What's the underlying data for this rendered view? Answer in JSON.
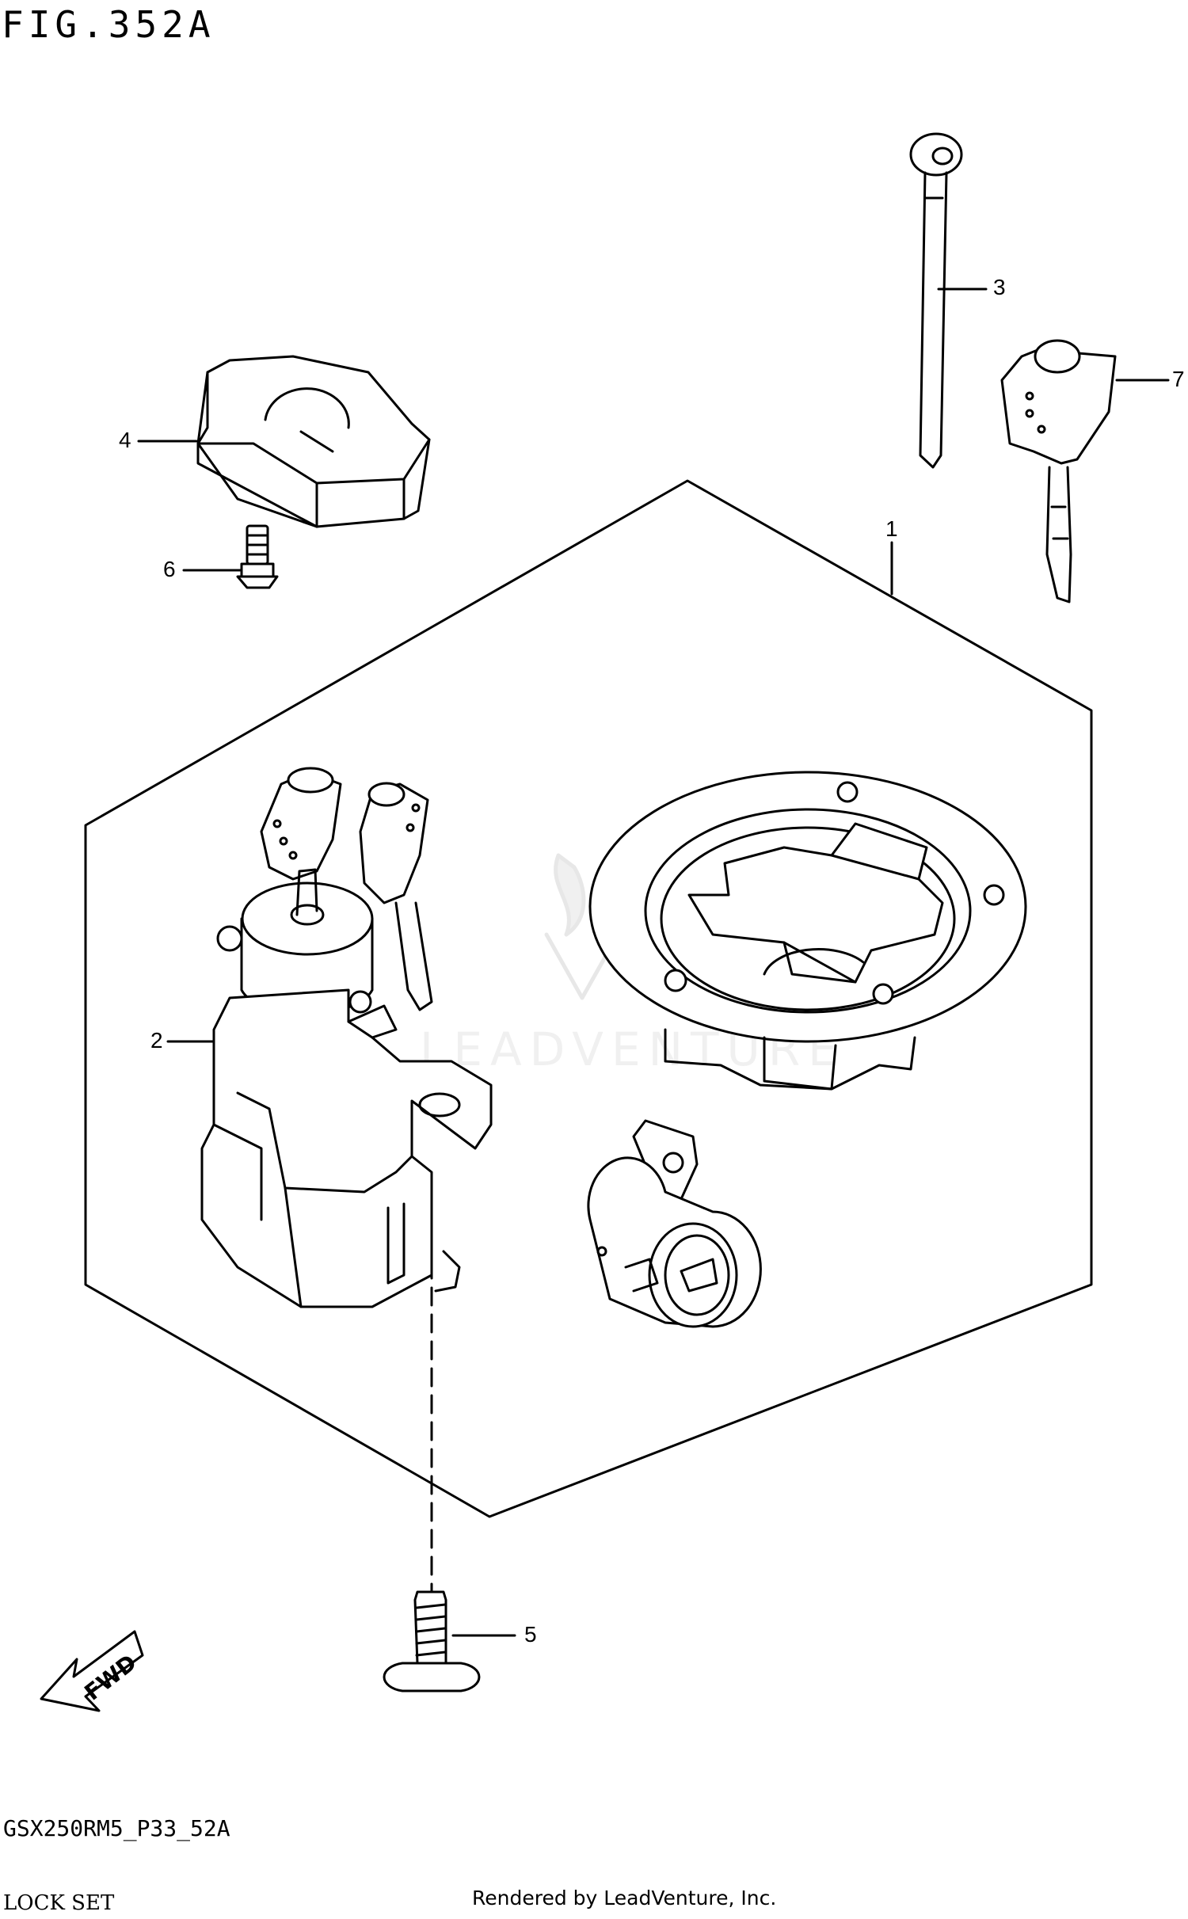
{
  "figure": {
    "title": "FIG.352A"
  },
  "callouts": [
    {
      "id": "1",
      "label": "1"
    },
    {
      "id": "2",
      "label": "2"
    },
    {
      "id": "3",
      "label": "3"
    },
    {
      "id": "4",
      "label": "4"
    },
    {
      "id": "5",
      "label": "5"
    },
    {
      "id": "6",
      "label": "6"
    },
    {
      "id": "7",
      "label": "7"
    }
  ],
  "arrow": {
    "label": "FWD"
  },
  "watermark": {
    "text": "LEADVENTURE"
  },
  "footer": {
    "diagram_code": "GSX250RM5_P33_52A",
    "section_name": "LOCK SET",
    "rendered_by": "Rendered by LeadVenture, Inc."
  }
}
